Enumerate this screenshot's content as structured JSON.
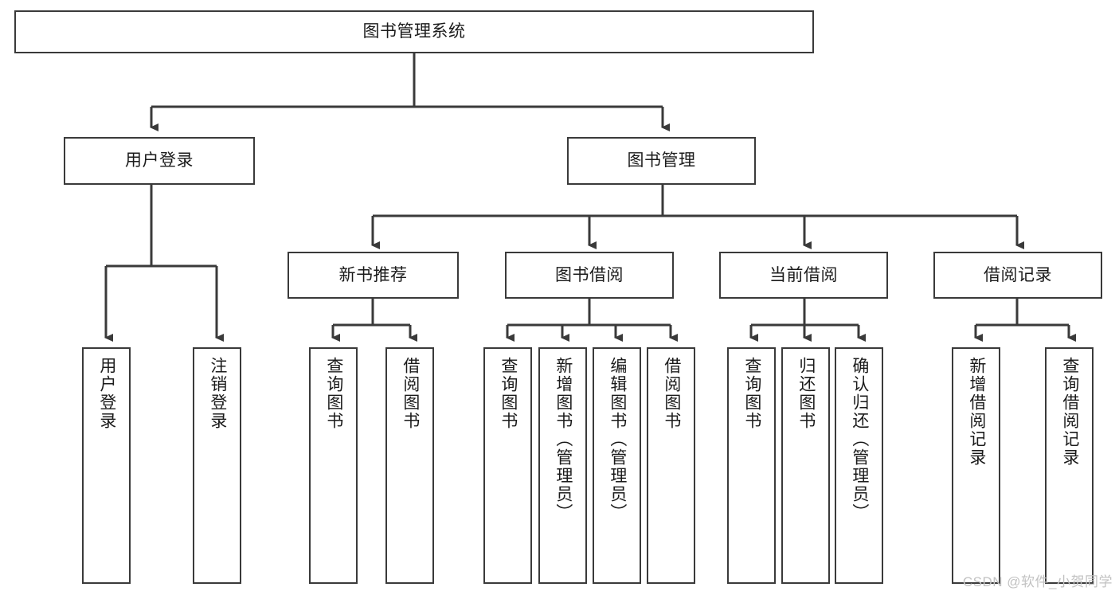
{
  "diagram": {
    "title": "图书管理系统",
    "watermark": "CSDN @软件_小贺同学",
    "colors": {
      "stroke": "#3a3a3a",
      "background": "#ffffff",
      "text": "#1b1b1b",
      "watermark": "#c2c2c2"
    },
    "root": {
      "label": "图书管理系统"
    },
    "level2": [
      {
        "label": "用户登录"
      },
      {
        "label": "图书管理"
      }
    ],
    "level3": [
      {
        "label": "新书推荐"
      },
      {
        "label": "图书借阅"
      },
      {
        "label": "当前借阅"
      },
      {
        "label": "借阅记录"
      }
    ],
    "leaves": {
      "user_login": [
        {
          "label": "用户登录"
        },
        {
          "label": "注销登录"
        }
      ],
      "new_book": [
        {
          "label": "查询图书"
        },
        {
          "label": "借阅图书"
        }
      ],
      "borrow_book": [
        {
          "label": "查询图书"
        },
        {
          "label": "新增图书（管理员）"
        },
        {
          "label": "编辑图书（管理员）"
        },
        {
          "label": "借阅图书"
        }
      ],
      "current_borrow": [
        {
          "label": "查询图书"
        },
        {
          "label": "归还图书"
        },
        {
          "label": "确认归还（管理员）"
        }
      ],
      "borrow_record": [
        {
          "label": "新增借阅记录"
        },
        {
          "label": "查询借阅记录"
        }
      ]
    }
  }
}
